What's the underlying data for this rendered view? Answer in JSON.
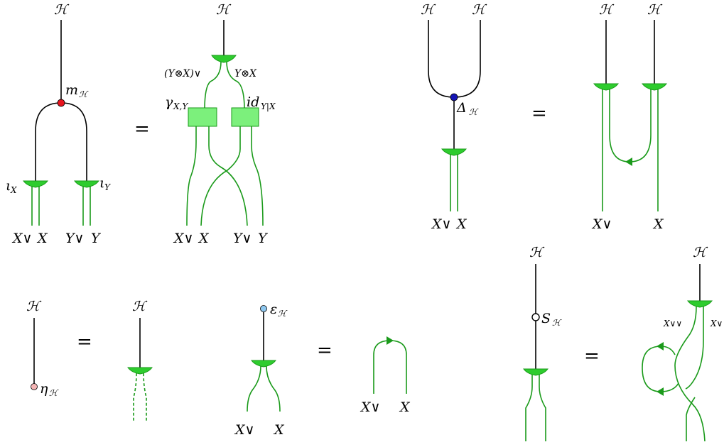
{
  "labels": {
    "H": "ℋ",
    "m_H": "m",
    "m_H_sub": "ℋ",
    "iota_X": "ι",
    "iota_X_sub": "X",
    "iota_Y": "ι",
    "iota_Y_sub": "Y",
    "Xv": "X∨",
    "X": "X",
    "Yv": "Y∨",
    "Y": "Y",
    "YX_dual": "(Y⊗X)∨",
    "YX": "Y⊗X",
    "gamma": "γ",
    "gamma_sub": "X,Y",
    "id": "id",
    "id_sub": "Y|X",
    "Delta_H": "Δ",
    "Delta_H_sub": "ℋ",
    "eta_H": "η",
    "eta_H_sub": "ℋ",
    "eps_H": "ε",
    "eps_H_sub": "ℋ",
    "S_H": "S",
    "S_H_sub": "ℋ",
    "Xvv": "X∨∨",
    "Xv_small": "X∨",
    "equals": "="
  },
  "colors": {
    "strand": "#1a9a1a",
    "cup_fill": "#2ecc2e",
    "box_fill": "#7cf07c",
    "mult_dot": "#e8141e",
    "comult_dot": "#1414b4",
    "unit_dot": "#f4b4b4",
    "counit_dot": "#8ec8f0",
    "antipode_dot": "#ffffff"
  }
}
